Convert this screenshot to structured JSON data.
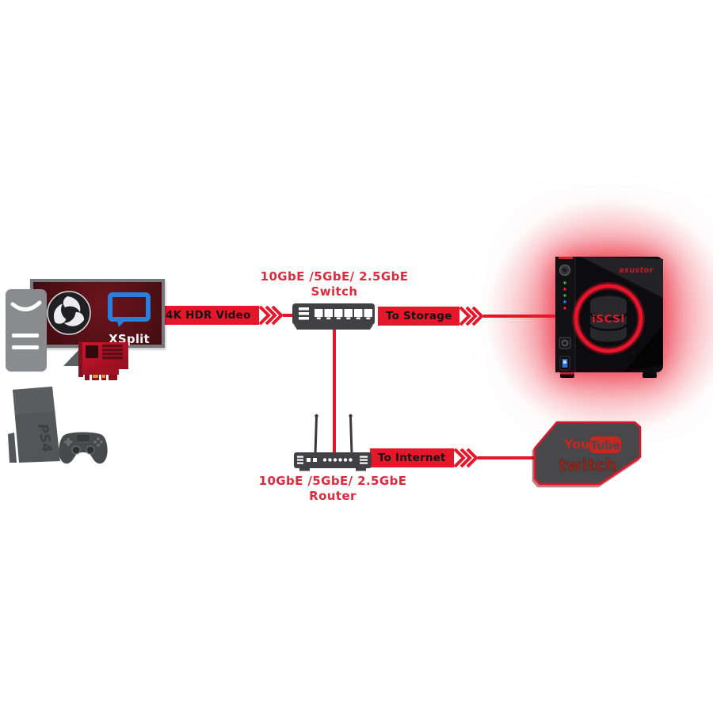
{
  "diagram": {
    "type": "network-topology",
    "connections": [
      {
        "from": "gaming-pc-and-ps4",
        "to": "switch",
        "label": "4K HDR Video"
      },
      {
        "from": "switch",
        "to": "asustor-nas",
        "label": "To Storage"
      },
      {
        "from": "switch",
        "to": "router",
        "label": ""
      },
      {
        "from": "router",
        "to": "youtube-twitch",
        "label": "To Internet"
      }
    ]
  },
  "labels": {
    "switch": {
      "line1": "10GbE /5GbE/ 2.5GbE",
      "line2": "Switch"
    },
    "router": {
      "line1": "10GbE /5GbE/ 2.5GbE",
      "line2": "Router"
    }
  },
  "arrows": [
    {
      "label": "4K HDR Video"
    },
    {
      "label": "To Storage"
    },
    {
      "label": "To Internet"
    }
  ],
  "devices": {
    "pc": {
      "xsplit_label": "XSplit"
    },
    "ps4": {
      "label": "PS4"
    },
    "nas": {
      "brand": "asustor",
      "badge": "iSCSI"
    }
  },
  "services": {
    "youtube_you": "You",
    "youtube_tube": "Tube",
    "twitch": "twitch"
  },
  "icons": [
    "pc-tower-icon",
    "obs-logo-icon",
    "xsplit-logo-icon",
    "capture-card-icon",
    "ps4-console-icon",
    "gamepad-icon",
    "network-switch-icon",
    "wifi-router-icon",
    "nas-device-icon",
    "database-icon",
    "power-button-icon",
    "usb-port-icon",
    "chevron-arrows-icon",
    "youtube-logo-icon",
    "twitch-logo-icon"
  ],
  "colors": {
    "accent_red": "#e5172b",
    "label_red": "#dc2b3e",
    "device_gray": "#414042",
    "nas_black": "#0d0d0f",
    "glow_red": "#eb2334",
    "xsplit_blue": "#2a80d8",
    "youtube_red": "#c5281f",
    "twitch_red": "#9c2a1c",
    "services_panel_gray": "#48484a",
    "banner_text": "#141414"
  }
}
